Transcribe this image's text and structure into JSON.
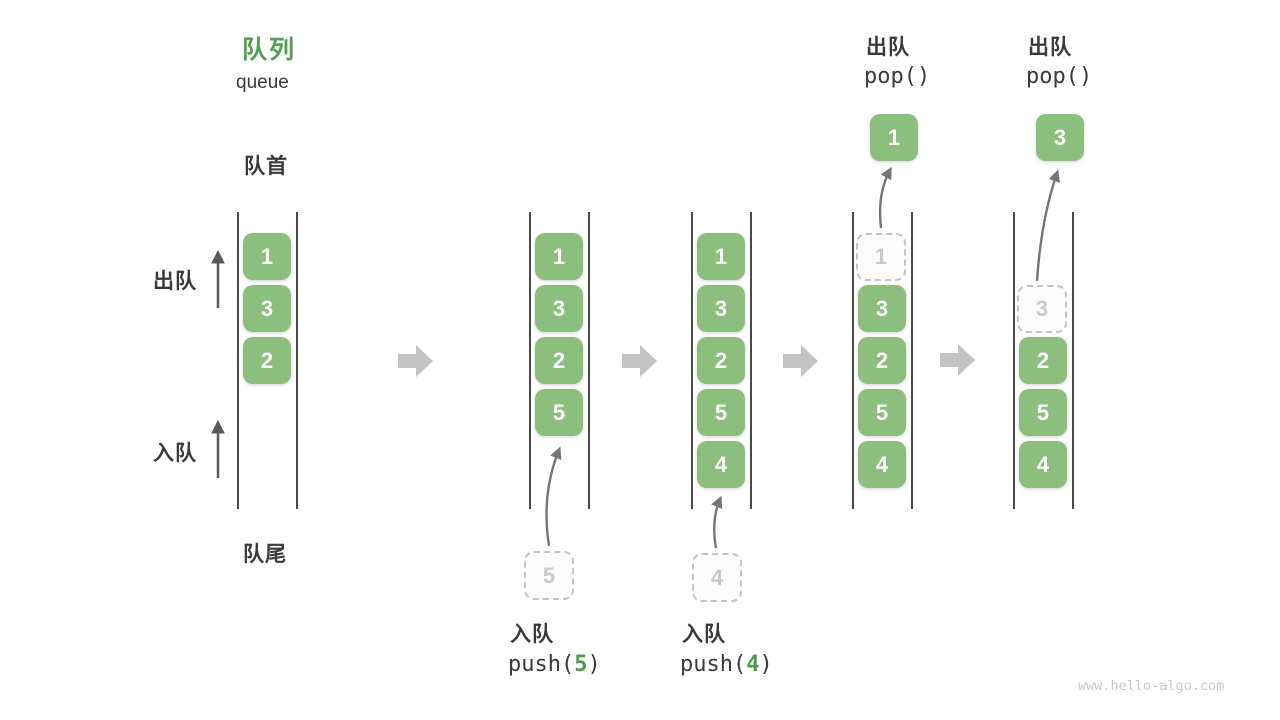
{
  "title": {
    "zh": "队列",
    "en": "queue"
  },
  "side_labels": {
    "front": "队首",
    "rear": "队尾",
    "dequeue": "出队",
    "enqueue": "入队"
  },
  "queues": [
    {
      "name": "state-initial",
      "boxes": [
        "1",
        "3",
        "2"
      ]
    },
    {
      "name": "state-after-push-5",
      "boxes": [
        "1",
        "3",
        "2",
        "5"
      ],
      "pending": {
        "value": "5"
      }
    },
    {
      "name": "state-after-push-4",
      "boxes": [
        "1",
        "3",
        "2",
        "5",
        "4"
      ],
      "pending": {
        "value": "4"
      }
    },
    {
      "name": "state-after-pop-1",
      "removed": {
        "value": "1"
      },
      "boxes": [
        "3",
        "2",
        "5",
        "4"
      ],
      "popped_value": "1"
    },
    {
      "name": "state-after-pop-3",
      "removed": {
        "value": "3"
      },
      "boxes": [
        "2",
        "5",
        "4"
      ],
      "popped_value": "3"
    }
  ],
  "operations": {
    "push5": {
      "zh": "入队",
      "code_pre": "push(",
      "arg": "5",
      "code_post": ")"
    },
    "push4": {
      "zh": "入队",
      "code_pre": "push(",
      "arg": "4",
      "code_post": ")"
    },
    "pop1": {
      "zh": "出队",
      "code": "pop()"
    },
    "pop3": {
      "zh": "出队",
      "code": "pop()"
    }
  },
  "icons": {
    "flow_arrow": "right-block-arrow",
    "up_arrow": "up-arrow"
  },
  "colors": {
    "box_green": "#8CBE7E",
    "title_green": "#519E52",
    "code_arg_green": "#4E9B50",
    "text_dark": "#3A3A3A",
    "queue_wall": "#4A4A4A",
    "dashed_border": "#C4C4C4",
    "flow_arrow_gray": "#C3C3C3",
    "curve_arrow_gray": "#757575",
    "watermark_gray": "#C9C9C9"
  },
  "watermark": "www.hello-algo.com"
}
